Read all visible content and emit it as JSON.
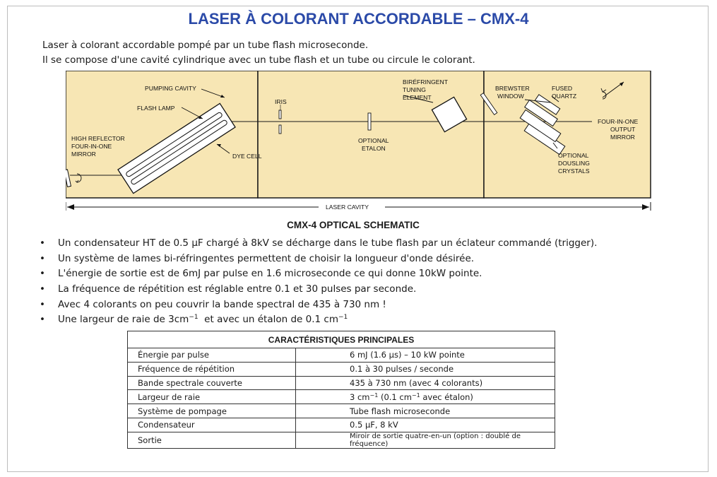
{
  "title": "LASER À COLORANT ACCORDABLE – CMX-4",
  "intro": [
    "Laser à colorant accordable pompé par un tube flash microseconde.",
    "Il se compose d'une cavité cylindrique avec un tube flash et un tube ou circule le colorant."
  ],
  "schematic": {
    "pumping_cavity": "PUMPING CAVITY",
    "flash_lamp": "FLASH LAMP",
    "high_reflector": [
      "HIGH REFLECTOR",
      "FOUR-IN-ONE",
      "MIRROR"
    ],
    "dye_cell": "DYE CELL",
    "iris": "IRIS",
    "optional_etalon": [
      "OPTIONAL",
      "ETALON"
    ],
    "birefringent": [
      "BIRÉFRINGENT",
      "TUNING",
      "ELEMENT"
    ],
    "brewster_window": [
      "BREWSTER",
      "WINDOW"
    ],
    "fused_quartz": [
      "FUSED",
      "QUARTZ"
    ],
    "output_mirror": [
      "FOUR-IN-ONE",
      "OUTPUT",
      "MIRROR"
    ],
    "doubling_crystals": [
      "OPTIONAL",
      "DOUSLING",
      "CRYSTALS"
    ],
    "laser_cavity": "LASER CAVITY",
    "colors": {
      "panel": "#f7e6b4",
      "line": "#1a1a1a"
    }
  },
  "caption": "CMX-4 OPTICAL SCHEMATIC",
  "bullets": [
    "Un condensateur HT de 0.5 µF chargé à 8kV se décharge dans le tube flash par un éclateur commandé (trigger).",
    "Un système de lames bi-réfringentes permettent de choisir la longueur d'onde désirée.",
    "L'énergie de sortie est de 6mJ par pulse en 1.6 microseconde ce qui donne 10kW pointe.",
    "La fréquence de répétition est réglable entre 0.1 et 30 pulses par seconde.",
    "Avec 4 colorants on peu couvrir la bande spectral de 435 à 730 nm !"
  ],
  "bullet_last": {
    "part1": "Une largeur de raie de 3cm",
    "exp1": "−1",
    "part2": "  et avec un étalon de 0.1 cm",
    "exp2": "−1"
  },
  "table": {
    "header": "CARACTÉRISTIQUES PRINCIPALES",
    "rows": [
      {
        "label": "Énergie par pulse",
        "value": "6 mJ (1.6 µs) – 10 kW pointe"
      },
      {
        "label": "Fréquence de répétition",
        "value": "0.1 à 30 pulses / seconde"
      },
      {
        "label": "Bande spectrale couverte",
        "value": "435 à 730 nm (avec 4 colorants)"
      },
      {
        "label": "Largeur de raie",
        "value_parts": [
          "3 cm",
          "−1",
          " (0.1 cm",
          "−1",
          " avec étalon)"
        ]
      },
      {
        "label": "Système de pompage",
        "value": "Tube flash microseconde"
      },
      {
        "label": "Condensateur",
        "value": "0.5 µF, 8 kV"
      },
      {
        "label": "Sortie",
        "value": "Miroir de sortie quatre-en-un (option : doublé de fréquence)"
      }
    ]
  }
}
